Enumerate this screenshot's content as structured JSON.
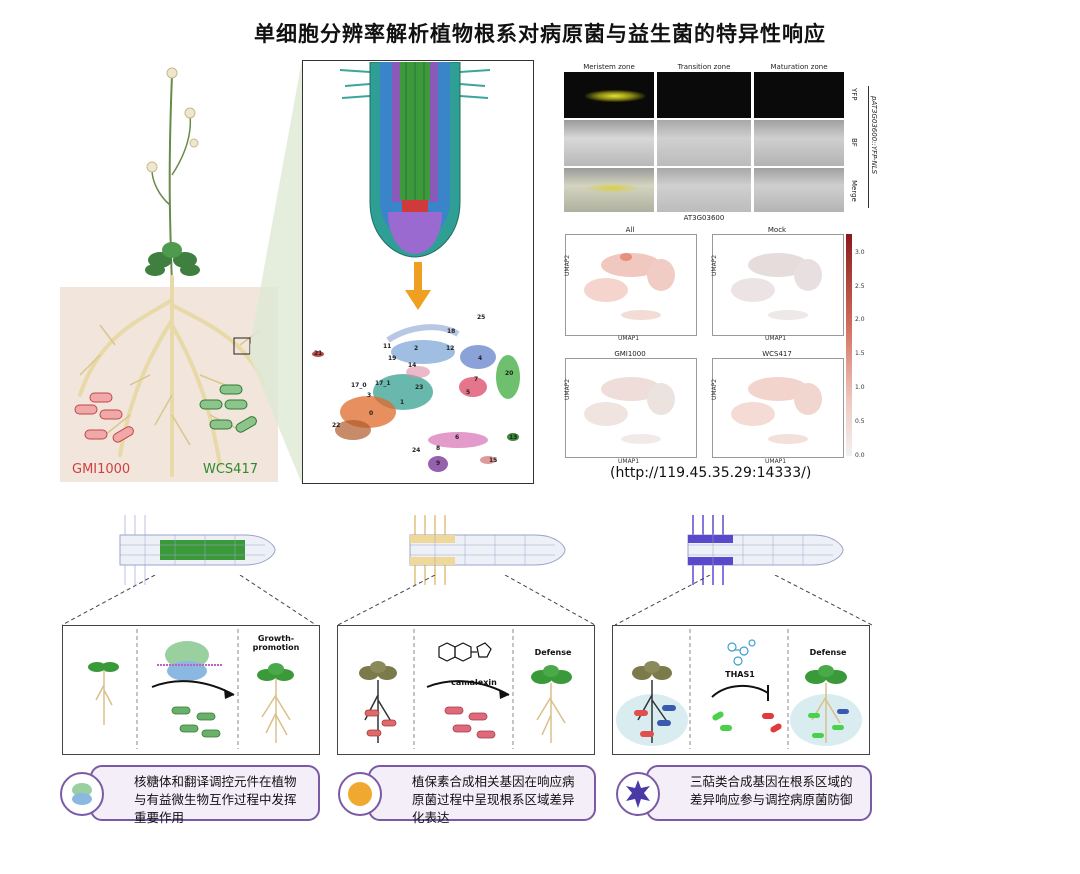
{
  "title": "单细胞分辨率解析植物根系对病原菌与益生菌的特异性响应",
  "left_panel": {
    "pathogen_label": "GMI1000",
    "beneficial_label": "WCS417",
    "colors": {
      "pathogen": "#e05a5a",
      "beneficial": "#3a9a3a",
      "soil": "#f1e5dc",
      "root": "#e8d9a8"
    }
  },
  "umap_clusters": [
    "25",
    "18",
    "11",
    "2",
    "12",
    "4",
    "19",
    "14",
    "20",
    "17_0",
    "17_1",
    "7",
    "23",
    "5",
    "21",
    "1",
    "3",
    "0",
    "22",
    "6",
    "24",
    "9",
    "8",
    "13",
    "15"
  ],
  "microscopy": {
    "columns": [
      "Meristem zone",
      "Transition zone",
      "Maturation zone"
    ],
    "rows": [
      "YFP",
      "BF",
      "Merge"
    ],
    "construct": "pAT3G03600::YFP-NLS"
  },
  "expression": {
    "gene": "AT3G03600",
    "panels": [
      "All",
      "Mock",
      "GMI1000",
      "WCS417"
    ],
    "x_axis": "UMAP1",
    "y_axis": "UMAP2",
    "colorbar_ticks": [
      "3.0",
      "2.5",
      "2.0",
      "1.5",
      "1.0",
      "0.5",
      "0.0"
    ]
  },
  "url": "(http://119.45.35.29:14333/)",
  "bottom": [
    {
      "result_label": "Growth-\npromotion",
      "mid_label": "",
      "caption": "核糖体和翻译调控元件在植物与有益微生物互作过程中发挥重要作用",
      "color": "#4caf3a"
    },
    {
      "result_label": "Defense",
      "mid_label": "camalexin",
      "caption": "植保素合成相关基因在响应病原菌过程中呈现根系区域差异化表达",
      "color": "#e8a020"
    },
    {
      "result_label": "Defense",
      "mid_label": "THAS1",
      "caption": "三萜类合成基因在根系区域的差异响应参与调控病原菌防御",
      "color": "#5a4acb"
    }
  ]
}
